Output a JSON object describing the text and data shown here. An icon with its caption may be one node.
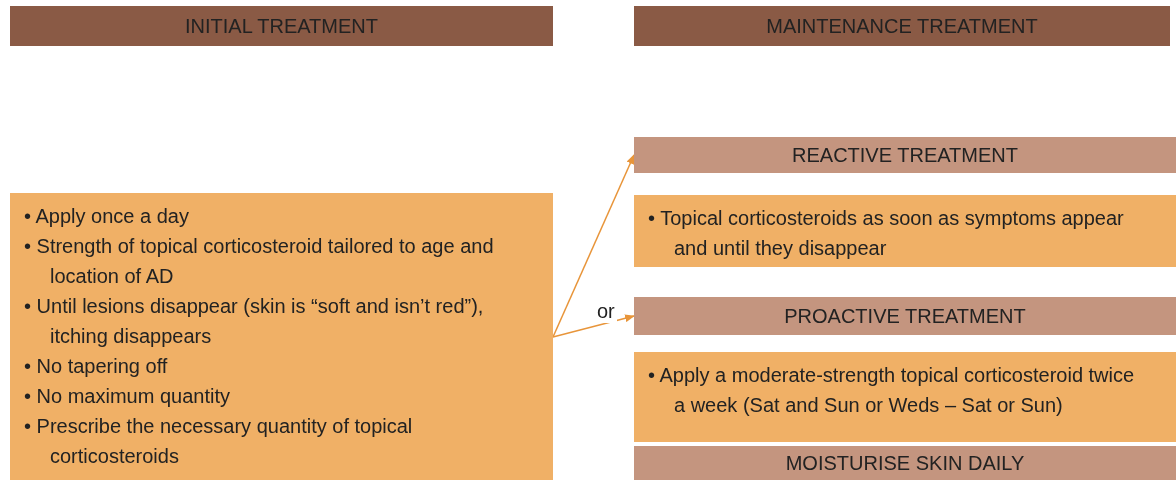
{
  "diagram": {
    "nodes": [
      {
        "text": [
          "INITIAL TREATMENT"
        ]
      },
      {
        "text": [
          "MAINTENANCE TREATMENT"
        ]
      },
      {
        "text": [
          "• Apply once a day",
          "• Strength of topical corticosteroid tailored to age and location of AD",
          "• Until lesions disappear (skin is “soft and isn’t red”), itching disappears",
          "• No tapering off",
          "• No maximum quantity",
          "• Prescribe the necessary quantity of topical corticosteroids"
        ]
      },
      {
        "text": [
          "REACTIVE TREATMENT"
        ]
      },
      {
        "text": [
          "• Topical corticosteroids as soon as symptoms appear and until they disappear"
        ]
      },
      {
        "text": [
          "PROACTIVE TREATMENT"
        ]
      },
      {
        "text": [
          "• Apply a moderate-strength topical corticosteroid twice a week (Sat and Sun or Weds – Sat or Sun)"
        ]
      },
      {
        "text": [
          "MOISTURISE SKIN DAILY"
        ]
      }
    ],
    "edges": [
      {
        "from": 2,
        "to": 3,
        "arrow": "to"
      },
      {
        "from": 2,
        "to": 5,
        "arrow": "to",
        "label": "or"
      }
    ]
  }
}
